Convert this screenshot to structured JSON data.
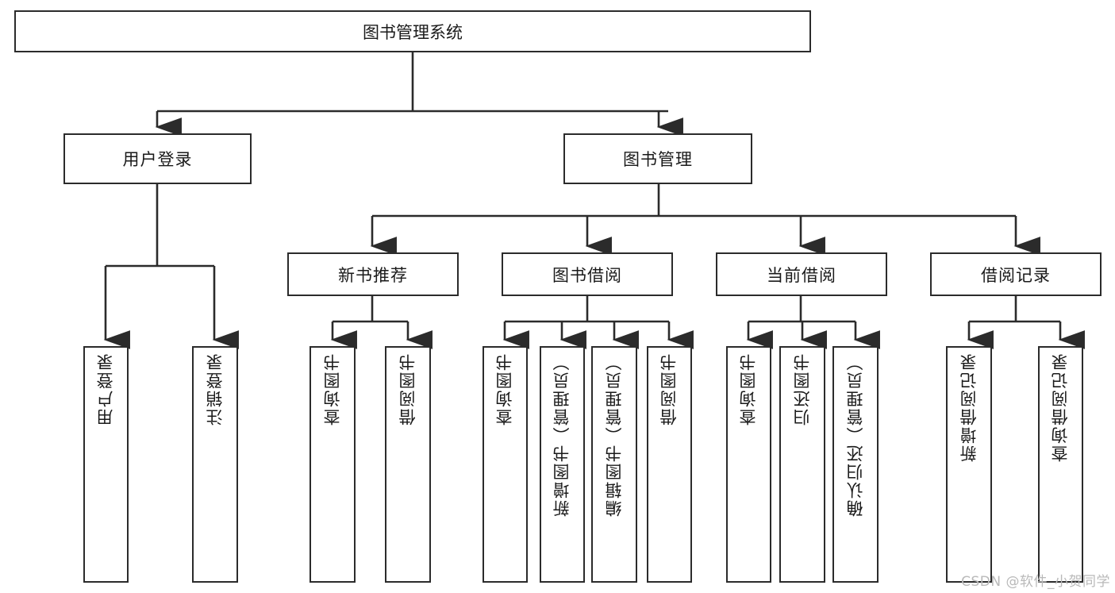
{
  "diagram": {
    "title": "图书管理系统",
    "type": "tree",
    "root": {
      "label": "图书管理系统"
    },
    "level2": [
      {
        "id": "user-login",
        "label": "用户登录"
      },
      {
        "id": "book-management",
        "label": "图书管理"
      }
    ],
    "level3": [
      {
        "id": "new-book-recommend",
        "label": "新书推荐"
      },
      {
        "id": "book-borrow",
        "label": "图书借阅"
      },
      {
        "id": "current-borrow",
        "label": "当前借阅"
      },
      {
        "id": "borrow-record",
        "label": "借阅记录"
      }
    ],
    "leaves": [
      {
        "id": "leaf-user-login",
        "parent": "user-login",
        "label": "用户登录"
      },
      {
        "id": "leaf-logout-login",
        "parent": "user-login",
        "label": "注销登录"
      },
      {
        "id": "leaf-query-book-1",
        "parent": "new-book-recommend",
        "label": "查询图书"
      },
      {
        "id": "leaf-borrow-book-1",
        "parent": "new-book-recommend",
        "label": "借阅图书"
      },
      {
        "id": "leaf-query-book-2",
        "parent": "book-borrow",
        "label": "查询图书"
      },
      {
        "id": "leaf-add-book",
        "parent": "book-borrow",
        "label": "新增图书（管理员）"
      },
      {
        "id": "leaf-edit-book",
        "parent": "book-borrow",
        "label": "编辑图书（管理员）"
      },
      {
        "id": "leaf-borrow-book-2",
        "parent": "book-borrow",
        "label": "借阅图书"
      },
      {
        "id": "leaf-query-book-3",
        "parent": "current-borrow",
        "label": "查询图书"
      },
      {
        "id": "leaf-return-book",
        "parent": "current-borrow",
        "label": "归还图书"
      },
      {
        "id": "leaf-confirm-return",
        "parent": "current-borrow",
        "label": "确认归还（管理员）"
      },
      {
        "id": "leaf-add-record",
        "parent": "borrow-record",
        "label": "新增借阅记录"
      },
      {
        "id": "leaf-query-record",
        "parent": "borrow-record",
        "label": "查询借阅记录"
      }
    ],
    "colors": {
      "stroke": "#2b2b2b",
      "fill": "#ffffff",
      "text": "#1a1a1a",
      "watermark": "#b9b9b9"
    }
  },
  "watermark": {
    "text": "CSDN @软件_小贺同学"
  }
}
